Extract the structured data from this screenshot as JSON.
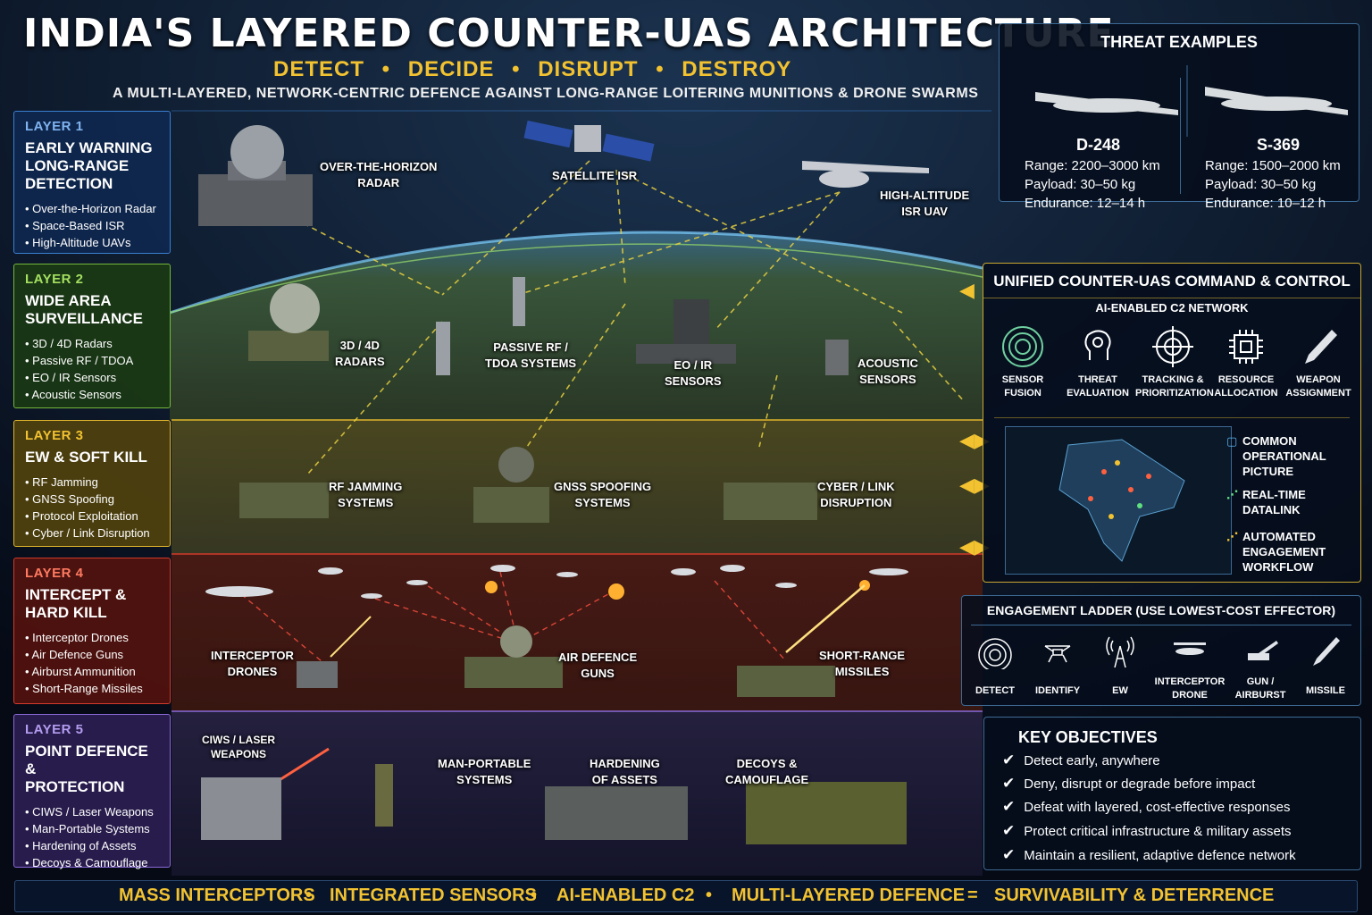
{
  "title": "INDIA'S LAYERED COUNTER-UAS ARCHITECTURE",
  "tagline": [
    "DETECT",
    "DECIDE",
    "DISRUPT",
    "DESTROY"
  ],
  "tagline_sep": "•",
  "subtitle": "A MULTI-LAYERED, NETWORK-CENTRIC DEFENCE AGAINST LONG-RANGE LOITERING MUNITIONS & DRONE SWARMS",
  "colors": {
    "accent": "#f2c230",
    "layer1": "#3a7fd0",
    "layer2": "#74b83a",
    "layer3": "#e0b52c",
    "layer4": "#d23a2a",
    "layer5": "#8a6ad8"
  },
  "layers": [
    {
      "num": "LAYER 1",
      "name_lines": [
        "EARLY WARNING",
        "LONG-RANGE",
        "DETECTION"
      ],
      "items": [
        "• Over-the-Horizon Radar",
        "• Space-Based ISR",
        "• High-Altitude UAVs"
      ]
    },
    {
      "num": "LAYER 2",
      "name_lines": [
        "WIDE AREA",
        "SURVEILLANCE"
      ],
      "items": [
        "• 3D / 4D Radars",
        "• Passive RF / TDOA",
        "• EO / IR Sensors",
        "• Acoustic Sensors"
      ]
    },
    {
      "num": "LAYER 3",
      "name_lines": [
        "EW & SOFT KILL"
      ],
      "items": [
        "• RF Jamming",
        "• GNSS Spoofing",
        "• Protocol Exploitation",
        "• Cyber / Link Disruption"
      ]
    },
    {
      "num": "LAYER 4",
      "name_lines": [
        "INTERCEPT &",
        "HARD KILL"
      ],
      "items": [
        "• Interceptor Drones",
        "• Air Defence Guns",
        "• Airburst Ammunition",
        "• Short-Range Missiles"
      ]
    },
    {
      "num": "LAYER 5",
      "name_lines": [
        "POINT DEFENCE &",
        "PROTECTION"
      ],
      "items": [
        "• CIWS / Laser Weapons",
        "• Man-Portable Systems",
        "• Hardening of Assets",
        "• Decoys & Camouflage"
      ]
    }
  ],
  "scene_labels": [
    [
      "OVER-THE-HORIZON",
      "RADAR"
    ],
    [
      "SATELLITE ISR"
    ],
    [
      "HIGH-ALTITUDE",
      "ISR UAV"
    ],
    [
      "3D / 4D",
      "RADARS"
    ],
    [
      "PASSIVE RF /",
      "TDOA SYSTEMS"
    ],
    [
      "EO / IR",
      "SENSORS"
    ],
    [
      "ACOUSTIC",
      "SENSORS"
    ],
    [
      "RF JAMMING",
      "SYSTEMS"
    ],
    [
      "GNSS SPOOFING",
      "SYSTEMS"
    ],
    [
      "CYBER / LINK",
      "DISRUPTION"
    ],
    [
      "INTERCEPTOR",
      "DRONES"
    ],
    [
      "AIR DEFENCE",
      "GUNS"
    ],
    [
      "SHORT-RANGE",
      "MISSILES"
    ],
    [
      "CIWS / LASER",
      "WEAPONS"
    ],
    [
      "MAN-PORTABLE",
      "SYSTEMS"
    ],
    [
      "HARDENING",
      "OF ASSETS"
    ],
    [
      "DECOYS &",
      "CAMOUFLAGE"
    ]
  ],
  "threats": {
    "heading": "THREAT EXAMPLES",
    "items": [
      {
        "name": "D-248",
        "range": "Range: 2200–3000 km",
        "payload": "Payload: 30–50 kg",
        "endurance": "Endurance: 12–14 h"
      },
      {
        "name": "S-369",
        "range": "Range: 1500–2000 km",
        "payload": "Payload: 30–50 kg",
        "endurance": "Endurance: 10–12 h"
      }
    ]
  },
  "c2": {
    "heading": "UNIFIED COUNTER-UAS COMMAND & CONTROL",
    "subheading": "AI-ENABLED C2 NETWORK",
    "functions": [
      [
        "SENSOR",
        "FUSION"
      ],
      [
        "THREAT",
        "EVALUATION"
      ],
      [
        "TRACKING &",
        "PRIORITIZATION"
      ],
      [
        "RESOURCE",
        "ALLOCATION"
      ],
      [
        "WEAPON",
        "ASSIGNMENT"
      ]
    ],
    "legend": [
      [
        "COMMON",
        "OPERATIONAL",
        "PICTURE"
      ],
      [
        "REAL-TIME",
        "DATALINK"
      ],
      [
        "AUTOMATED",
        "ENGAGEMENT",
        "WORKFLOW"
      ]
    ]
  },
  "ladder": {
    "heading": "ENGAGEMENT LADDER (USE LOWEST-COST EFFECTOR)",
    "steps": [
      [
        "DETECT"
      ],
      [
        "IDENTIFY"
      ],
      [
        "EW"
      ],
      [
        "INTERCEPTOR",
        "DRONE"
      ],
      [
        "GUN /",
        "AIRBURST"
      ],
      [
        "MISSILE"
      ]
    ]
  },
  "objectives": {
    "heading": "KEY OBJECTIVES",
    "check": "✔",
    "items": [
      "Detect early, anywhere",
      "Deny, disrupt or degrade before impact",
      "Defeat with layered, cost-effective responses",
      "Protect critical infrastructure & military assets",
      "Maintain a resilient, adaptive defence network"
    ]
  },
  "bottom": {
    "items": [
      "MASS INTERCEPTORS",
      "INTEGRATED SENSORS",
      "AI-ENABLED C2",
      "MULTI-LAYERED DEFENCE",
      "SURVIVABILITY & DETERRENCE"
    ],
    "dot": "•",
    "equals": "="
  }
}
